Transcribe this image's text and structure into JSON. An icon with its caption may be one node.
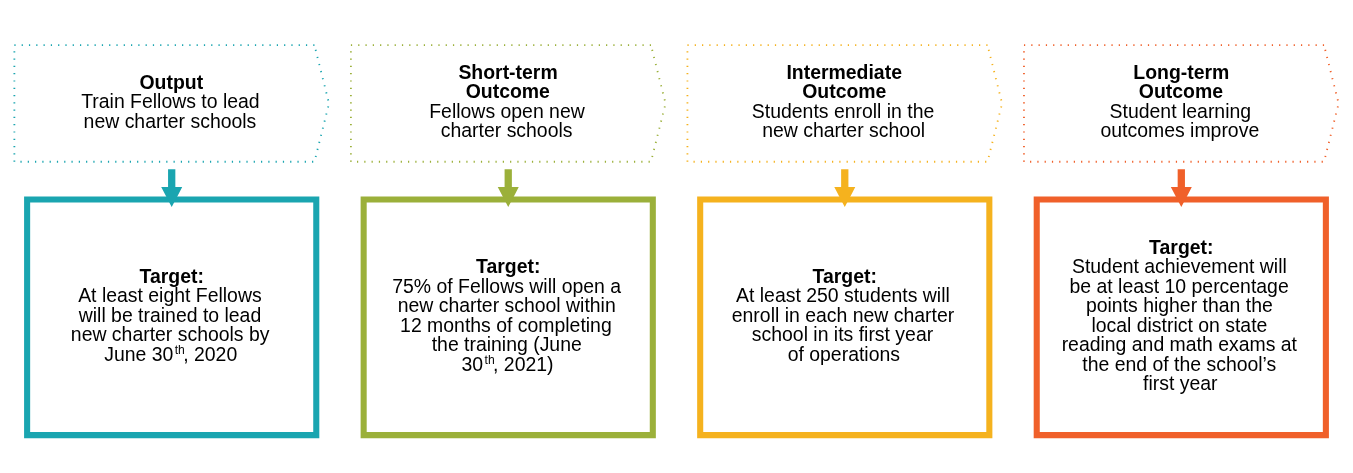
{
  "diagram": {
    "nodes": [
      {
        "text": [
          "Output",
          "Train Fellows to lead new charter schools"
        ]
      },
      {
        "text": [
          "Short-term Outcome",
          "Fellows open new charter schools"
        ]
      },
      {
        "text": [
          "Intermediate Outcome",
          "Students enroll in the new charter school"
        ]
      },
      {
        "text": [
          "Long-term Outcome",
          "Student learning outcomes improve"
        ]
      },
      {
        "text": [
          "Target:",
          "At least eight Fellows will be trained to lead new charter schools by June 30$^{th}$, 2020"
        ]
      },
      {
        "text": [
          "Target:",
          "75% of Fellows will open a new charter school within 12 months of completing the training (June 30$^{th}$, 2021)"
        ]
      },
      {
        "text": [
          "Target:",
          "At least 250 students will enroll in each new charter school in its first year of operations"
        ]
      },
      {
        "text": [
          "Target:",
          "Student achievement will be at least 10 percentage points higher than the local district on state reading and math exams at the end of the school’s first year"
        ]
      }
    ],
    "edges": [
      {
        "from": 0,
        "to": 4,
        "arrow": "to",
        "color": "#1aa5b0"
      },
      {
        "from": 1,
        "to": 5,
        "arrow": "to",
        "color": "#9bb03a"
      },
      {
        "from": 2,
        "to": 6,
        "arrow": "to",
        "color": "#f5b21e"
      },
      {
        "from": 3,
        "to": 7,
        "arrow": "to",
        "color": "#f0602a"
      }
    ]
  }
}
